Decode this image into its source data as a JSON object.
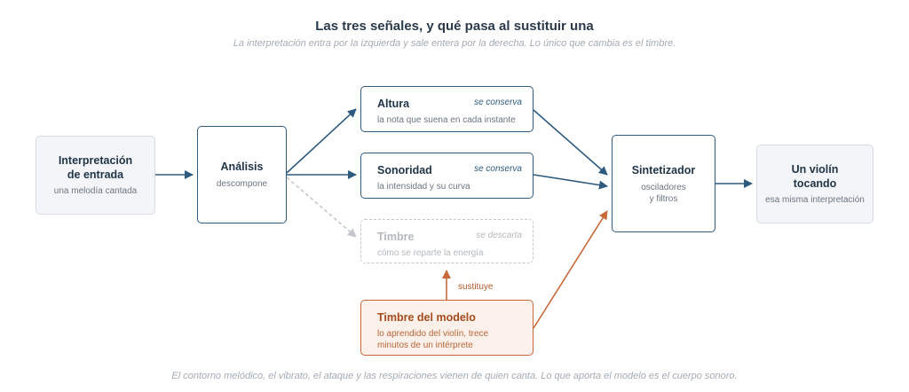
{
  "title": "Las tres señales, y qué pasa al sustituir una",
  "subtitle": "La interpretación entra por la izquierda y sale entera por la derecha. Lo único que cambia es el timbre.",
  "footer": "El contorno melódico, el vibrato, el ataque y las respiraciones vienen de quien canta. Lo que aporta el modelo es el cuerpo sonoro.",
  "nodes": {
    "input": {
      "title_l1": "Interpretación",
      "title_l2": "de entrada",
      "sub": "una melodía cantada"
    },
    "analysis": {
      "title": "Análisis",
      "sub": "descompone"
    },
    "altura": {
      "title": "Altura",
      "tag": "se conserva",
      "sub": "la nota que suena en cada instante"
    },
    "sonoridad": {
      "title": "Sonoridad",
      "tag": "se conserva",
      "sub": "la intensidad y su curva"
    },
    "timbre": {
      "title": "Timbre",
      "tag": "se descarta",
      "sub": "cómo se reparte la energía"
    },
    "model": {
      "title": "Timbre del modelo",
      "sub_l1": "lo aprendido del violín, trece",
      "sub_l2": "minutos de un intérprete"
    },
    "synth": {
      "title": "Sintetizador",
      "sub_l1": "osciladores",
      "sub_l2": "y filtros"
    },
    "output": {
      "title_l1": "Un violín",
      "title_l2": "tocando",
      "sub": "esa misma interpretación"
    }
  },
  "edges": {
    "replace_label": "sustituye"
  },
  "colors": {
    "flow": "#2d5a7f",
    "discarded": "#c4c8cc",
    "model": "#c8693a",
    "input_fill": "#f3f5f8",
    "model_fill": "#fcf1ea"
  }
}
